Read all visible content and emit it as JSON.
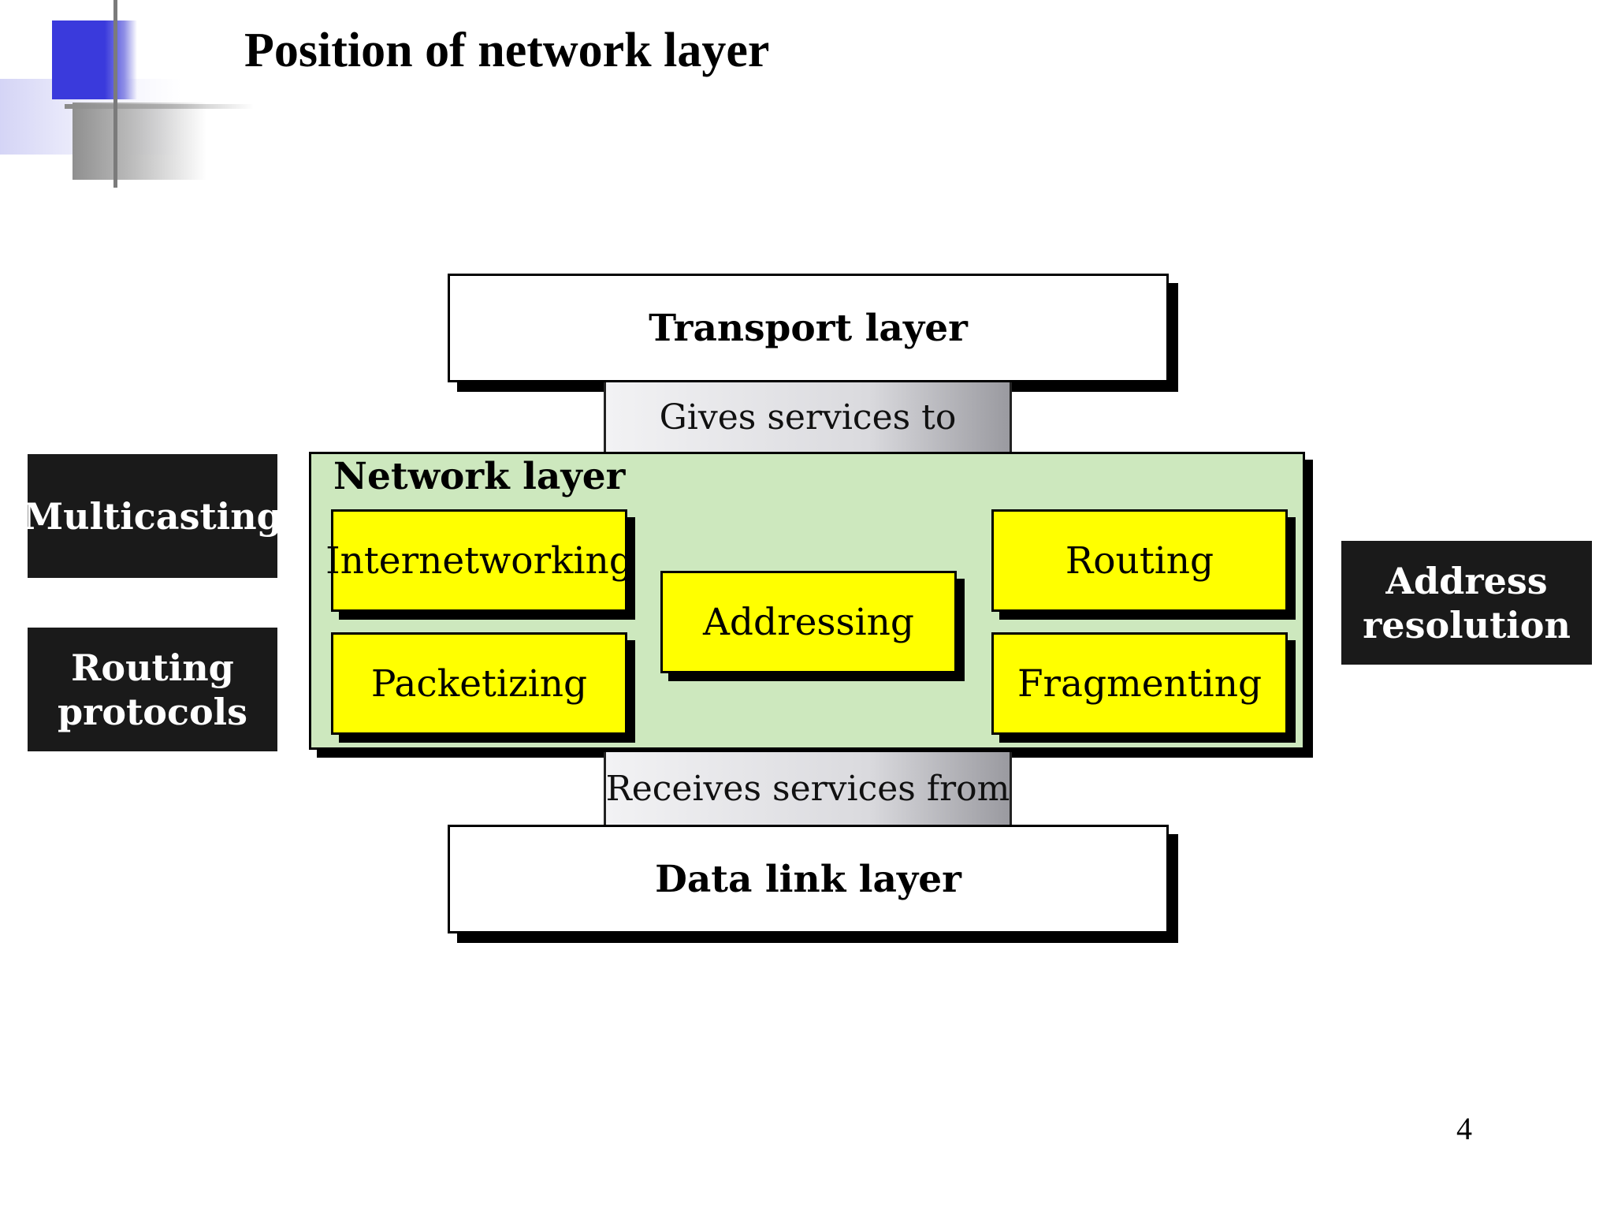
{
  "slide": {
    "title": "Position of network layer",
    "page_number": "4"
  },
  "diagram": {
    "transport_layer": "Transport layer",
    "gives_services_to": "Gives services to",
    "network_layer": "Network layer",
    "functions": {
      "internetworking": "Internetworking",
      "packetizing": "Packetizing",
      "addressing": "Addressing",
      "routing": "Routing",
      "fragmenting": "Fragmenting"
    },
    "receives_services_from": "Receives services from",
    "data_link_layer": "Data link layer",
    "side_labels": {
      "multicasting": "Multicasting",
      "routing_protocols_line1": "Routing",
      "routing_protocols_line2": "protocols",
      "address_resolution_line1": "Address",
      "address_resolution_line2": "resolution"
    }
  },
  "colors": {
    "network_layer_fill": "#cde8be",
    "function_fill": "#ffff00",
    "side_label_fill": "#1a1a1a",
    "logo_blue": "#3a3adc"
  }
}
